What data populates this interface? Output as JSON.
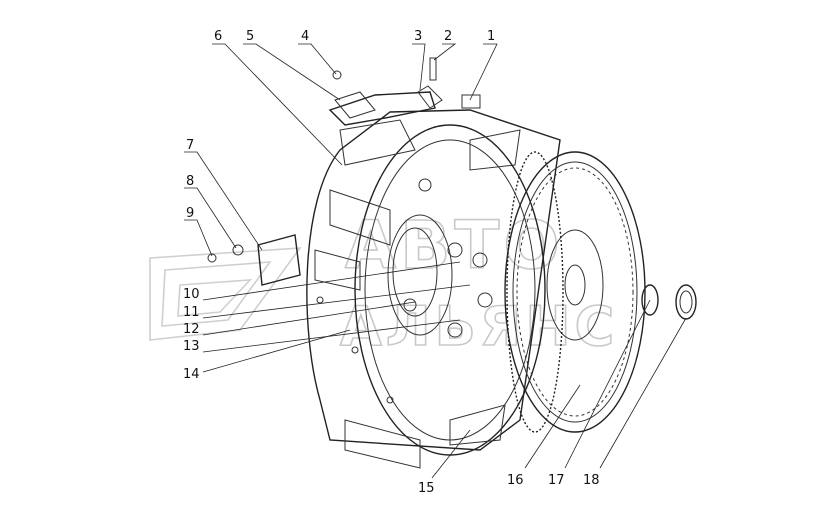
{
  "callouts": {
    "c1": "1",
    "c2": "2",
    "c3": "3",
    "c4": "4",
    "c5": "5",
    "c6": "6",
    "c7": "7",
    "c8": "8",
    "c9": "9",
    "c10": "10",
    "c11": "11",
    "c12": "12",
    "c13": "13",
    "c14": "14",
    "c15": "15",
    "c16": "16",
    "c17": "17",
    "c18": "18"
  },
  "watermark": {
    "line1": "АВТО",
    "line2": "АЛЬЯНС"
  },
  "colors": {
    "ink": "#222222",
    "watermark": "#c9c9c9",
    "background": "#ffffff"
  }
}
